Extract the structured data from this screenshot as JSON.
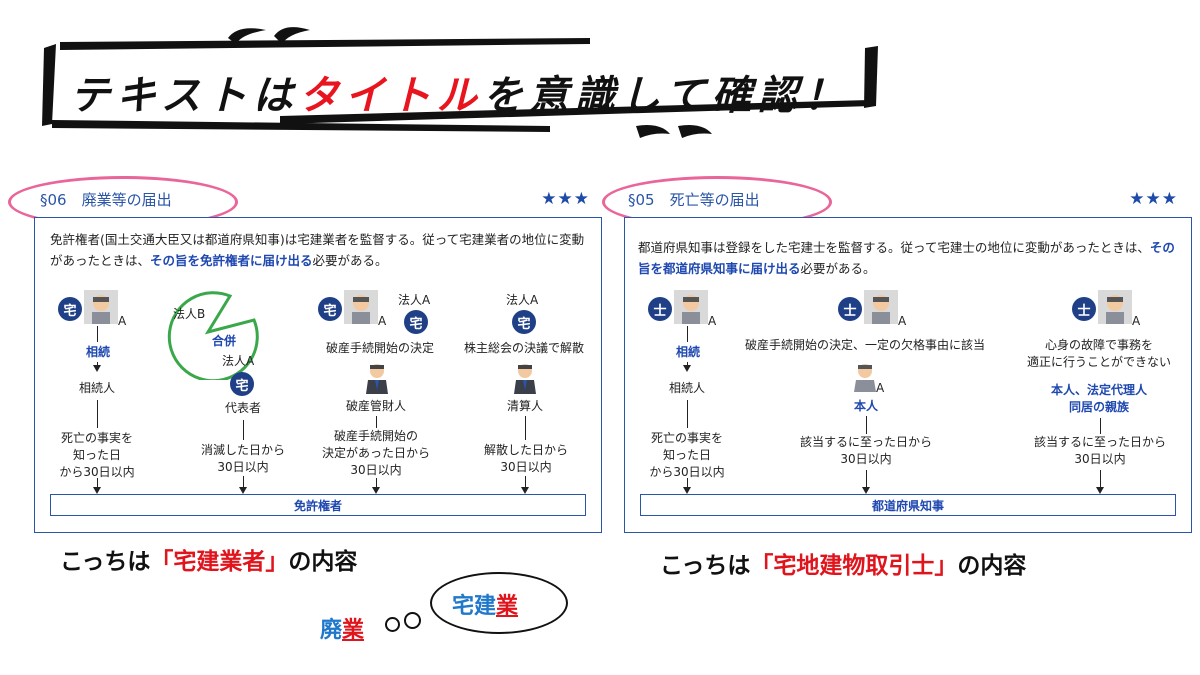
{
  "banner": {
    "pre": "テキストは",
    "highlight": "タイトル",
    "post": "を意識して確認！"
  },
  "left": {
    "section": "§06　廃業等の届出",
    "stars": "★★★",
    "lead_1": "免許権者(国土交通大臣又は都道府県知事)は宅建業者を監督する。従って宅建業者の地位に変動があったときは、",
    "lead_hl": "その旨を免許権者に届け出る",
    "lead_2": "必要がある。",
    "col1": {
      "badge": "宅",
      "person": "A",
      "event": "相続",
      "who": "相続人",
      "deadline": "死亡の事実を\n知った日\nから30日以内"
    },
    "col2": {
      "corp_b": "法人B",
      "merge": "合併",
      "corp_a": "法人A",
      "badge": "宅",
      "who": "代表者",
      "deadline": "消滅した日から\n30日以内"
    },
    "col3": {
      "badge": "宅",
      "person": "A",
      "corp_a": "法人A",
      "badge2": "宅",
      "event": "破産手続開始の決定",
      "who": "破産管財人",
      "deadline": "破産手続開始の\n決定があった日から\n30日以内"
    },
    "col4": {
      "corp_a": "法人A",
      "badge": "宅",
      "event": "株主総会の決議で解散",
      "who": "清算人",
      "deadline": "解散した日から\n30日以内"
    },
    "footer": "免許権者"
  },
  "right": {
    "section": "§05　死亡等の届出",
    "stars": "★★★",
    "lead_1": "都道府県知事は登録をした宅建士を監督する。従って宅建士の地位に変動があったときは、",
    "lead_hl": "その旨を都道府県知事に届け出る",
    "lead_2": "必要がある。",
    "col1": {
      "badge": "士",
      "person": "A",
      "event": "相続",
      "who": "相続人",
      "deadline": "死亡の事実を\n知った日\nから30日以内"
    },
    "col2": {
      "badge": "士",
      "person": "A",
      "event": "破産手続開始の決定、一定の欠格事由に該当",
      "person2": "A",
      "who": "本人",
      "deadline": "該当するに至った日から\n30日以内"
    },
    "col3": {
      "badge": "士",
      "person": "A",
      "event": "心身の故障で事務を\n適正に行うことができない",
      "who": "本人、法定代理人\n同居の親族",
      "deadline": "該当するに至った日から\n30日以内"
    },
    "footer": "都道府県知事"
  },
  "captions": {
    "left_pre": "こっちは",
    "left_red": "「宅建業者」",
    "left_post": "の内容",
    "right_pre": "こっちは",
    "right_red": "「宅地建物取引士」",
    "right_post": "の内容"
  },
  "bubble": {
    "small_a": "廃",
    "small_b": "業",
    "big_a": "宅建",
    "big_b": "業"
  },
  "colors": {
    "accent_red": "#e0141c",
    "panel_blue": "#2a55a8",
    "oval_pink": "#e9659a"
  }
}
